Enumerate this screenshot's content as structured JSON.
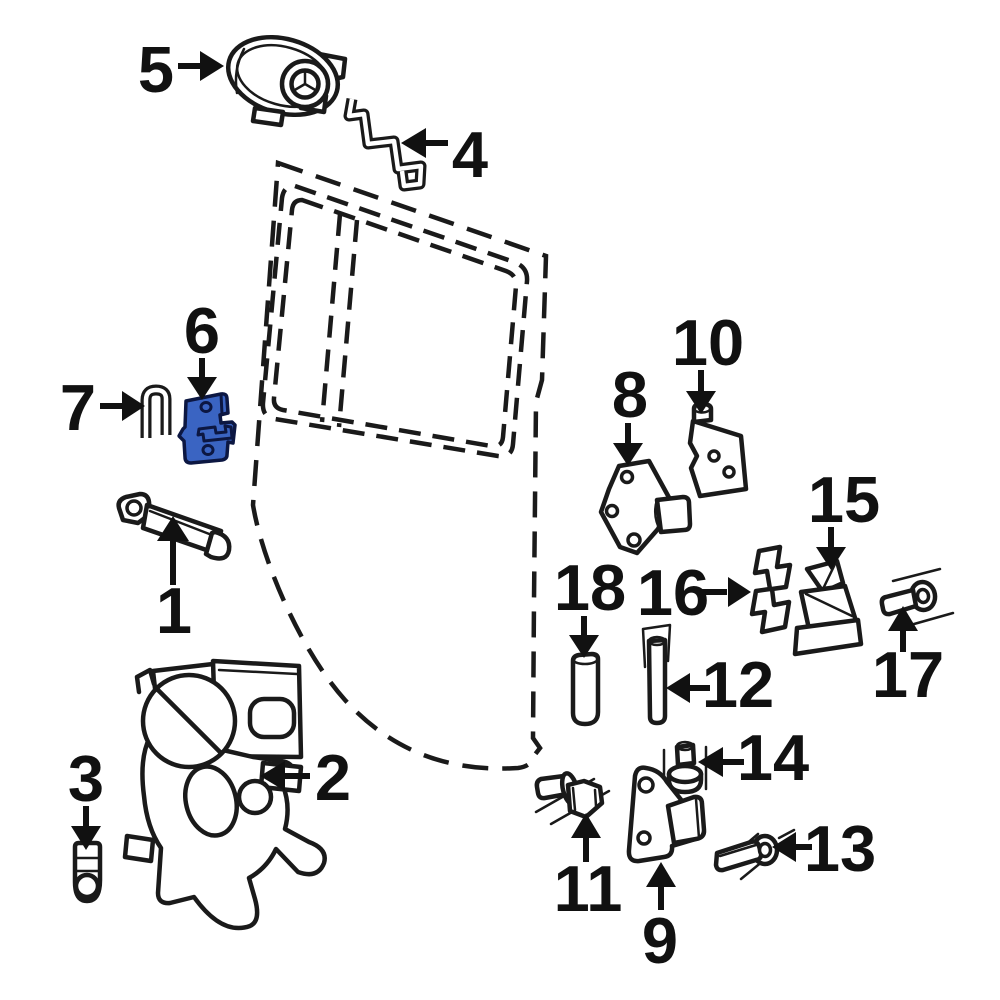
{
  "diagram": {
    "type": "exploded-parts-diagram",
    "subject": "Rear door lock hardware",
    "background_color": "#ffffff",
    "line_color": "#1a1a1a",
    "highlight_color": "#3a64c2",
    "highlight_outline_color": "#0c1742",
    "highlighted_callout": "6",
    "callout_count": 18
  },
  "callouts": {
    "c1": {
      "label": "1",
      "part": "inside-door-pull-handle"
    },
    "c2": {
      "label": "2",
      "part": "door-lock-latch-assembly"
    },
    "c3": {
      "label": "3",
      "part": "striker-pin"
    },
    "c4": {
      "label": "4",
      "part": "lock-operating-rod"
    },
    "c5": {
      "label": "5",
      "part": "inside-handle-bezel"
    },
    "c6": {
      "label": "6",
      "part": "latch-bracket-highlighted"
    },
    "c7": {
      "label": "7",
      "part": "rod-retaining-clip"
    },
    "c8": {
      "label": "8",
      "part": "lower-door-hinge"
    },
    "c9": {
      "label": "9",
      "part": "hinge-bracket"
    },
    "c10": {
      "label": "10",
      "part": "upper-door-hinge"
    },
    "c11": {
      "label": "11",
      "part": "hex-flange-bolt"
    },
    "c12": {
      "label": "12",
      "part": "hinge-pin"
    },
    "c13": {
      "label": "13",
      "part": "pivot-pin-with-bushing"
    },
    "c14": {
      "label": "14",
      "part": "bushing-grommet"
    },
    "c15": {
      "label": "15",
      "part": "check-bracket"
    },
    "c16": {
      "label": "16",
      "part": "retainer-clip"
    },
    "c17": {
      "label": "17",
      "part": "pivot-pin"
    },
    "c18": {
      "label": "18",
      "part": "dowel-pin"
    }
  }
}
